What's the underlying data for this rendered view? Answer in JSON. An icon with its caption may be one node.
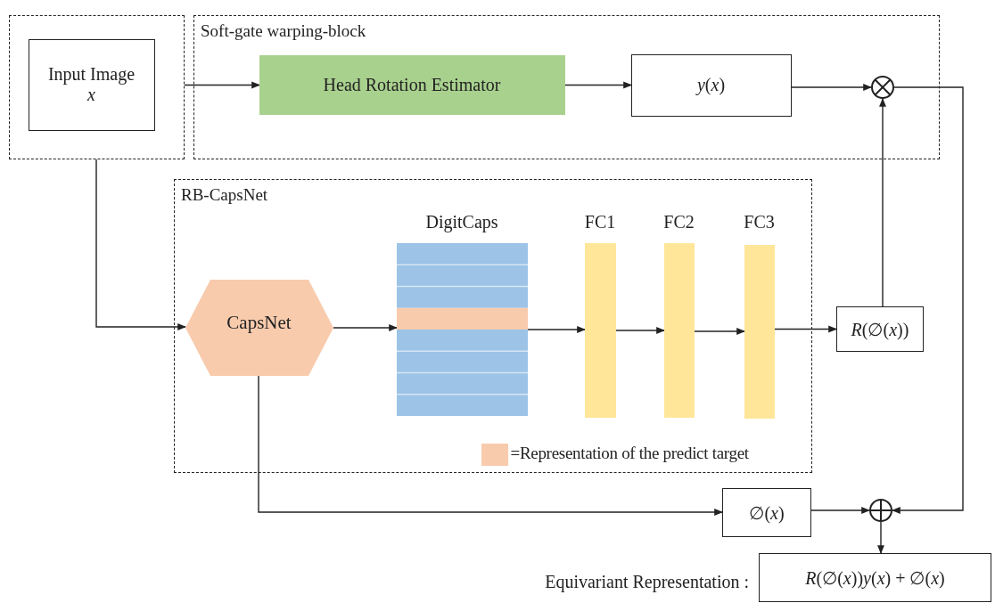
{
  "diagram": {
    "nodes": [
      {
        "text": [],
        "shape": "box"
      },
      {
        "text": [
          "Input Image",
          "x"
        ],
        "in": 0
      },
      {
        "text": [
          "Soft-gate warping-block"
        ]
      },
      {
        "text": [
          "Head Rotation Estimator"
        ],
        "in": 2
      },
      {
        "text": [
          "*y*(*x*)"
        ],
        "in": 2
      },
      {
        "text": [],
        "shape": "circle",
        "in": 2
      },
      {
        "text": [
          "RB-CapsNet"
        ]
      },
      {
        "text": [
          "CapsNet"
        ],
        "in": 6
      },
      {
        "text": [
          "DigitCaps"
        ],
        "in": 6
      },
      {
        "text": [
          "FC1"
        ],
        "in": 6
      },
      {
        "text": [
          "FC2"
        ],
        "in": 6
      },
      {
        "text": [
          "FC3"
        ],
        "in": 6
      },
      {
        "text": [
          "*R*(∅(*x*))"
        ]
      },
      {
        "text": [
          "∅(*x*)"
        ]
      },
      {
        "text": [],
        "shape": "circle"
      },
      {
        "text": [
          "*R*(∅(*x*))*y*(*x*) + ∅(*x*)"
        ],
        "beside": [
          "Equivariant Representation :"
        ]
      }
    ],
    "edges": [
      {
        "from": 0,
        "to": 3,
        "arrow": "to"
      },
      {
        "from": 3,
        "to": 4,
        "arrow": "to"
      },
      {
        "from": 4,
        "to": 5,
        "arrow": "to"
      },
      {
        "from": 12,
        "to": 5,
        "arrow": "to"
      },
      {
        "from": 5,
        "to": 14,
        "arrow": "to"
      },
      {
        "from": 0,
        "to": 7,
        "arrow": "to"
      },
      {
        "from": 7,
        "to": 8,
        "arrow": "to"
      },
      {
        "from": 8,
        "to": 9,
        "arrow": "to"
      },
      {
        "from": 9,
        "to": 10,
        "arrow": "to"
      },
      {
        "from": 10,
        "to": 11,
        "arrow": "to"
      },
      {
        "from": 11,
        "to": 12,
        "arrow": "to"
      },
      {
        "from": 7,
        "to": 13,
        "arrow": "to"
      },
      {
        "from": 13,
        "to": 14,
        "arrow": "to"
      },
      {
        "from": 14,
        "to": 15,
        "arrow": "to"
      }
    ],
    "legend": [
      {
        "text": "=Representation of the predict target",
        "color": "#f8cbad"
      }
    ]
  }
}
